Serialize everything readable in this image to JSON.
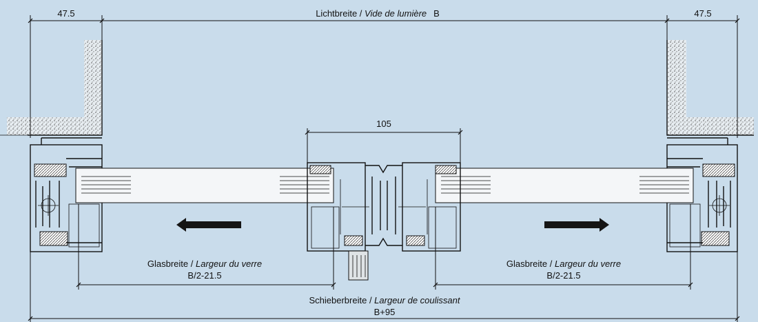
{
  "dimensions": {
    "left_jamb": "47.5",
    "right_jamb": "47.5",
    "clear_width": {
      "de": "Lichtbreite",
      "sep": " / ",
      "fr": "Vide de lumière",
      "symbol": "B"
    },
    "overlap": "105",
    "glass_left": {
      "de": "Glasbreite",
      "sep": " / ",
      "fr": "Largeur du verre",
      "formula": "B/2-21.5"
    },
    "glass_right": {
      "de": "Glasbreite",
      "sep": " / ",
      "fr": "Largeur du verre",
      "formula": "B/2-21.5"
    },
    "slider": {
      "de": "Schieberbreite",
      "sep": " / ",
      "fr": "Largeur de coulissant",
      "formula": "B+95"
    }
  },
  "colors": {
    "background": "#c9dceb",
    "line": "#111111",
    "glass": "#f4f6f8",
    "wall": "#bfc4c8"
  },
  "arrows": [
    "left",
    "right"
  ]
}
